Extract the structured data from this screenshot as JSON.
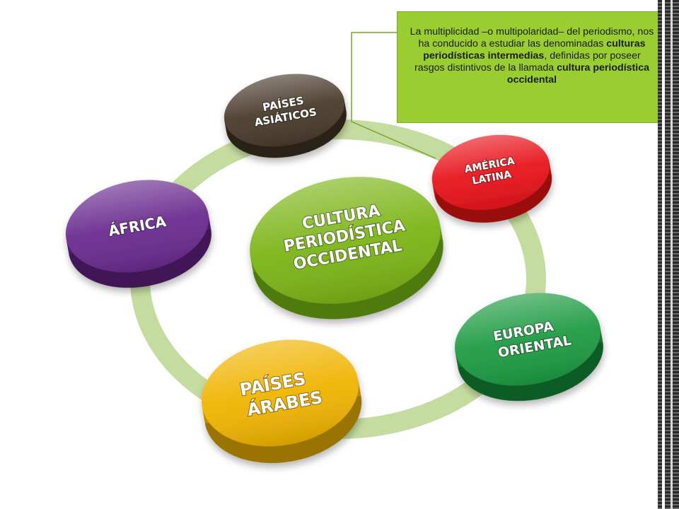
{
  "center": {
    "line1": "CULTURA",
    "line2": "PERIODÍSTICA",
    "line3": "OCCIDENTAL",
    "color": "#7CB518"
  },
  "nodes": {
    "asiaticos": {
      "line1": "PAÍSES",
      "line2": "ASIÁTICOS",
      "color": "#4A3B2C"
    },
    "america": {
      "line1": "AMÉRICA",
      "line2": "LATINA",
      "color": "#E8141B"
    },
    "europa": {
      "line1": "EUROPA",
      "line2": "ORIENTAL",
      "color": "#1E9B43"
    },
    "arabes": {
      "line1": "PAÍSES",
      "line2": "ÁRABES",
      "color": "#F0B400"
    },
    "africa": {
      "line1": "ÁFRICA",
      "color": "#6A2C8F"
    }
  },
  "callout": {
    "text_1": "La multiplicidad –o multipolaridad– del periodismo, nos ha conducido a estudiar las denominadas ",
    "bold_1": "culturas periodísticas intermedias",
    "text_2": ", definidas por poseer rasgos distintivos de la llamada ",
    "bold_2": "cultura periodística occidental",
    "background": "#9ACD32"
  },
  "ring_color": "#C5DCA0"
}
